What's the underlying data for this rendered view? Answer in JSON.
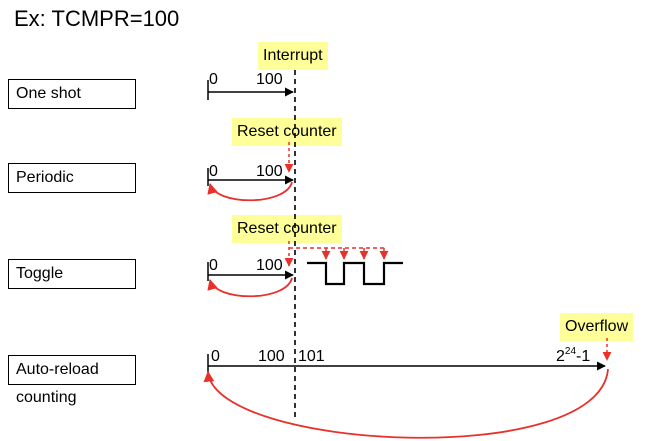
{
  "title": "Ex: TCMPR=100",
  "modes": {
    "one_shot": "One shot",
    "periodic": "Periodic",
    "toggle": "Toggle",
    "auto_reload": "Auto-reload counting"
  },
  "notes": {
    "interrupt": "Interrupt",
    "reset_counter_1": "Reset counter",
    "reset_counter_2": "Reset counter",
    "overflow": "Overflow"
  },
  "labels": {
    "zero": "0",
    "compare": "100",
    "next": "101",
    "max_base": "2",
    "max_exp": "24",
    "max_suffix": "-1"
  },
  "colors": {
    "arrow": "#000000",
    "reset": "#e8312a",
    "note_bg": "#ffff99"
  }
}
